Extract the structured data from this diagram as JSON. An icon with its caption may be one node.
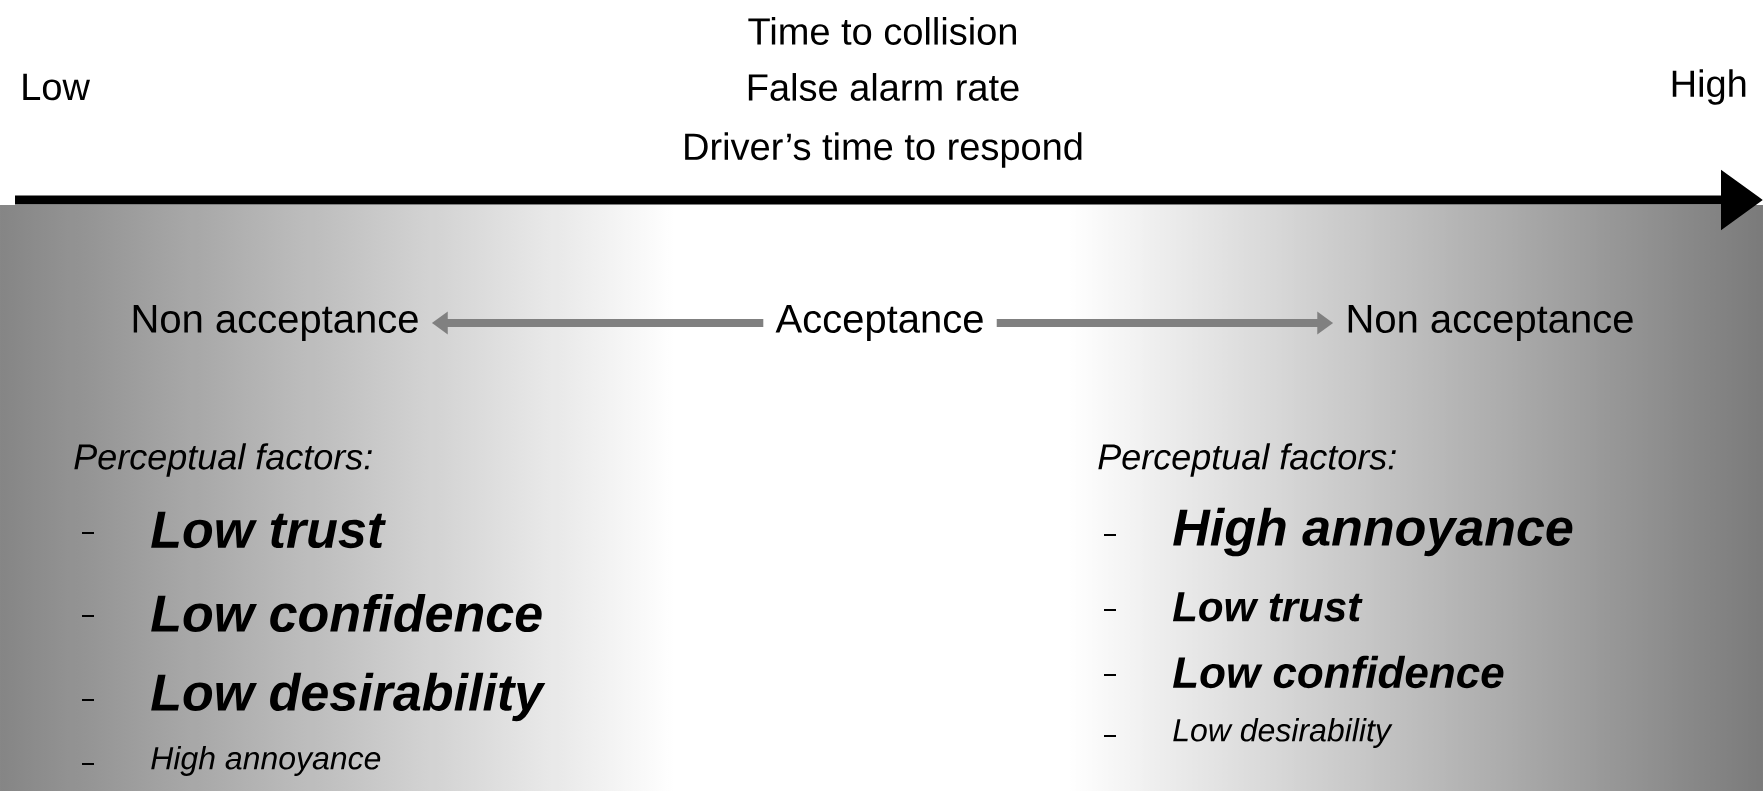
{
  "diagram": {
    "nodes": [
      {
        "text": [
          "Non acceptance"
        ]
      },
      {
        "text": [
          "Acceptance"
        ]
      },
      {
        "text": [
          "Non acceptance"
        ]
      }
    ],
    "edges": [
      {
        "from": 1,
        "to": 0,
        "arrow": "to"
      },
      {
        "from": 1,
        "to": 2,
        "arrow": "to"
      }
    ],
    "labels": [
      "Low",
      "Time to collision",
      "False alarm rate",
      "Driver’s time to respond",
      "High",
      "Perceptual factors:",
      "Low trust",
      "Low confidence",
      "Low desirability",
      "High annoyance",
      "Perceptual factors:",
      "High annoyance",
      "Low trust",
      "Low confidence",
      "Low desirability"
    ]
  }
}
